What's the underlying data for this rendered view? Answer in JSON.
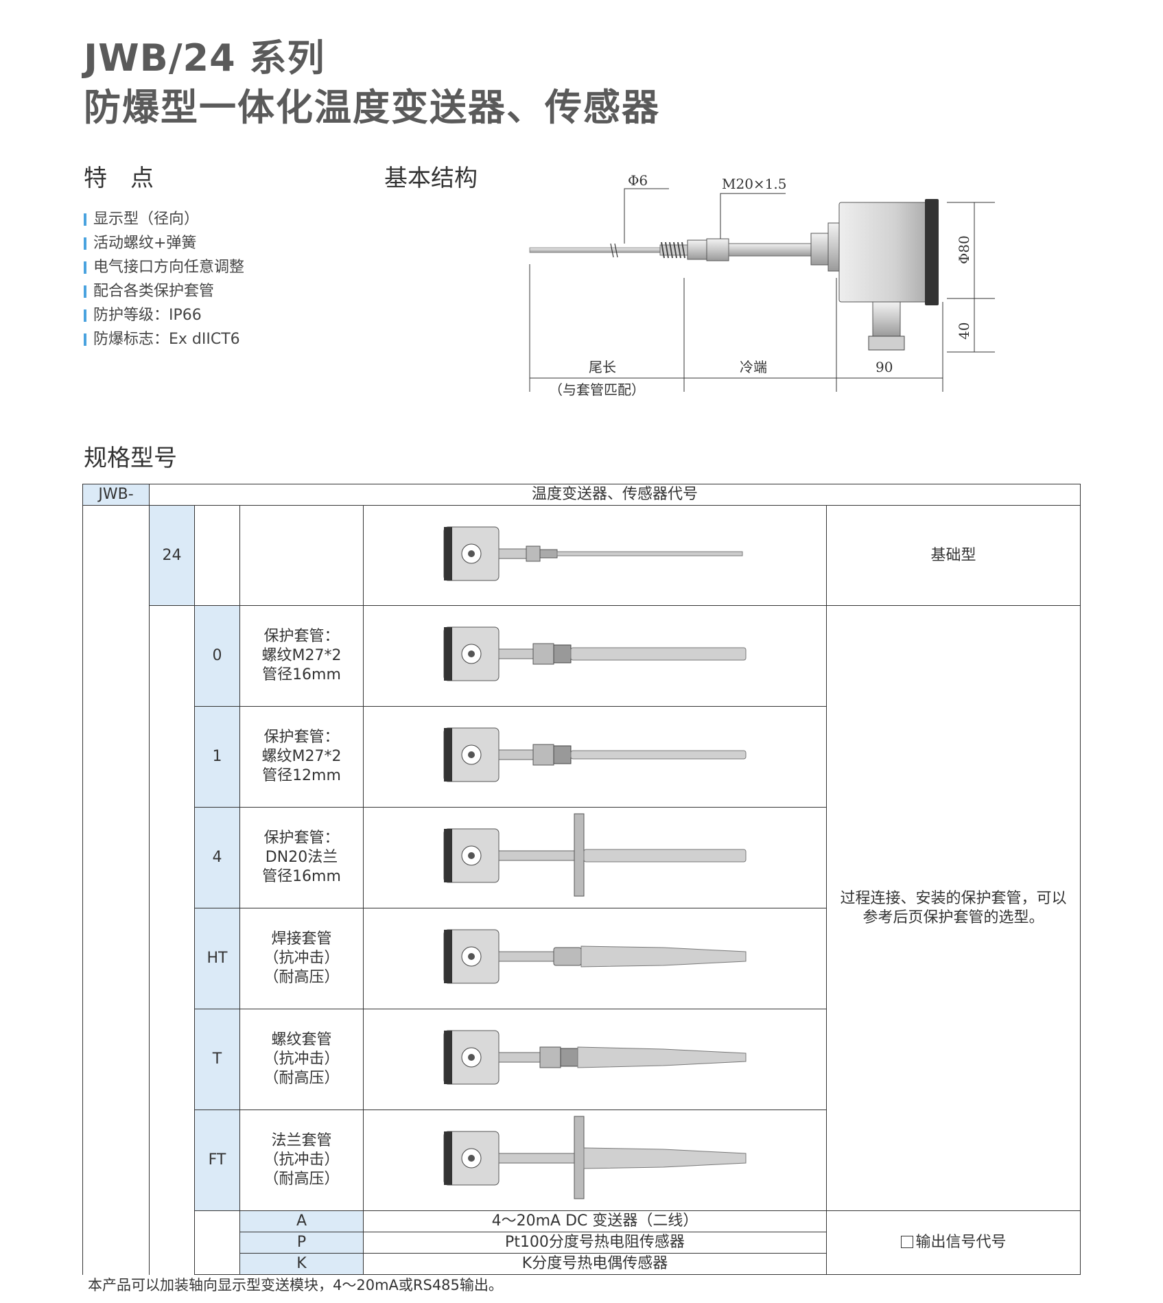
{
  "header": {
    "series": "JWB/24 系列",
    "product": "防爆型一体化温度变送器、传感器"
  },
  "features": {
    "heading": "特　点",
    "items": [
      "显示型（径向）",
      "活动螺纹+弹簧",
      "电气接口方向任意调整",
      "配合各类保护套管",
      "防护等级：IP66",
      "防爆标志：Ex dIICT6"
    ]
  },
  "structure": {
    "heading": "基本结构",
    "dims": {
      "probe_dia": "Φ6",
      "thread": "M20×1.5",
      "head_dia": "Φ80",
      "neck": "40",
      "tail_len": "尾长",
      "tail_note": "（与套管匹配）",
      "cold_end": "冷端",
      "head_len": "90"
    }
  },
  "spec": {
    "heading": "规格型号",
    "prefix": "JWB-",
    "prefix_desc": "温度变送器、传感器代号",
    "base_code": "24",
    "base_desc": "基础型",
    "sheaths": [
      {
        "code": "0",
        "lines": [
          "保护套管：",
          "螺纹M27*2",
          "管径16mm"
        ]
      },
      {
        "code": "1",
        "lines": [
          "保护套管：",
          "螺纹M27*2",
          "管径12mm"
        ]
      },
      {
        "code": "4",
        "lines": [
          "保护套管：",
          "DN20法兰",
          "管径16mm"
        ]
      },
      {
        "code": "HT",
        "lines": [
          "焊接套管",
          "（抗冲击）",
          "（耐高压）"
        ]
      },
      {
        "code": "T",
        "lines": [
          "螺纹套管",
          "（抗冲击）",
          "（耐高压）"
        ]
      },
      {
        "code": "FT",
        "lines": [
          "法兰套管",
          "（抗冲击）",
          "（耐高压）"
        ]
      }
    ],
    "sheath_desc": [
      "过程连接、安装的保护套管，可以",
      "参考后页保护套管的选型。"
    ],
    "outputs": [
      {
        "code": "A",
        "desc": "4～20mA DC 变送器（二线）"
      },
      {
        "code": "P",
        "desc": "Pt100分度号热电阻传感器"
      },
      {
        "code": "K",
        "desc": "K分度号热电偶传感器"
      }
    ],
    "output_label": "输出信号代号"
  },
  "footnote": "本产品可以加装轴向显示型变送模块，4～20mA或RS485输出。"
}
